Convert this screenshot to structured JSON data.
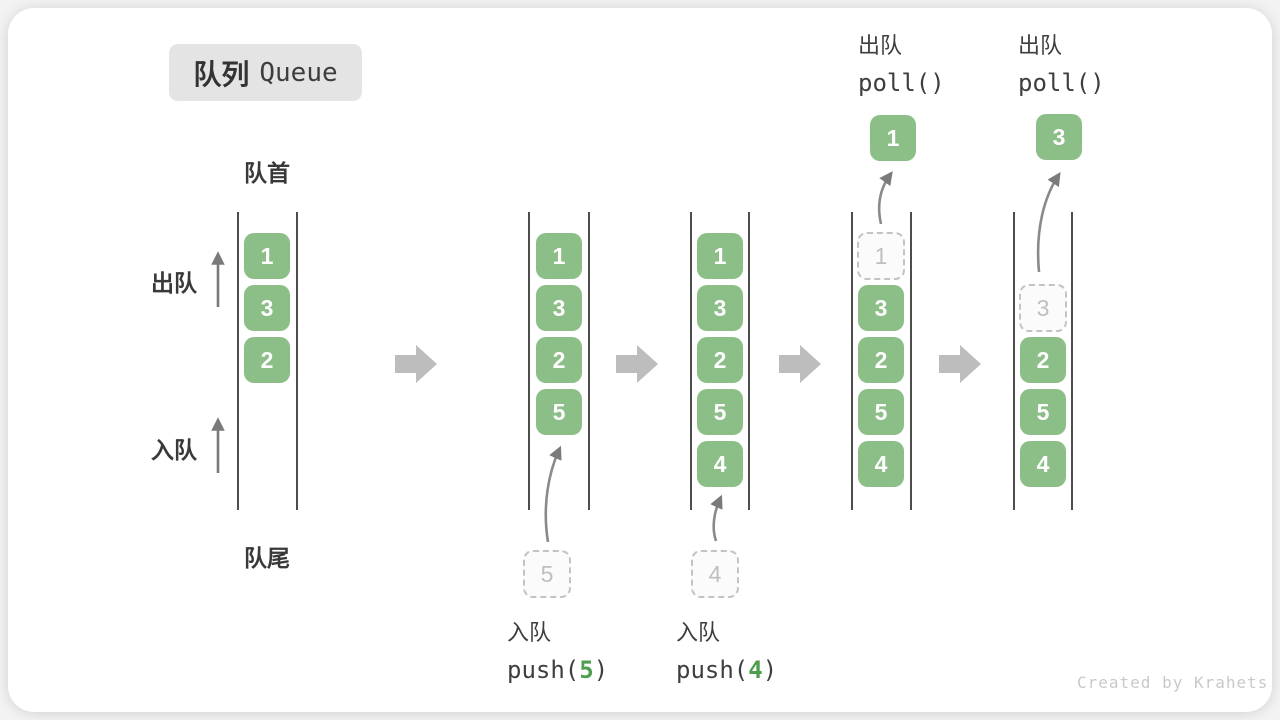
{
  "title": {
    "zh": "队列",
    "en": "Queue"
  },
  "labels": {
    "front": "队首",
    "rear": "队尾",
    "dequeue_side": "出队",
    "enqueue_side": "入队"
  },
  "ops": {
    "poll_a": {
      "label": "出队",
      "code": "poll()",
      "result": "1"
    },
    "poll_b": {
      "label": "出队",
      "code": "poll()",
      "result": "3"
    },
    "push_a": {
      "label": "入队",
      "prefix": "push(",
      "arg": "5",
      "suffix": ")",
      "pending": "5"
    },
    "push_b": {
      "label": "入队",
      "prefix": "push(",
      "arg": "4",
      "suffix": ")",
      "pending": "4"
    }
  },
  "states": {
    "s1": {
      "cells": [
        "1",
        "3",
        "2"
      ]
    },
    "s2": {
      "cells": [
        "1",
        "3",
        "2",
        "5"
      ]
    },
    "s3": {
      "cells": [
        "1",
        "3",
        "2",
        "5",
        "4"
      ]
    },
    "s4": {
      "dashed": "1",
      "cells": [
        "3",
        "2",
        "5",
        "4"
      ]
    },
    "s5": {
      "dashed": "3",
      "cells": [
        "2",
        "5",
        "4"
      ]
    }
  },
  "watermark": "Created by Krahets",
  "colors": {
    "cell_green": "#8CBE87",
    "flow_arrow_gray": "#BDBDBD",
    "queue_line_gray": "#4D4D4D",
    "code_arg_green": "#4F9E4F"
  }
}
